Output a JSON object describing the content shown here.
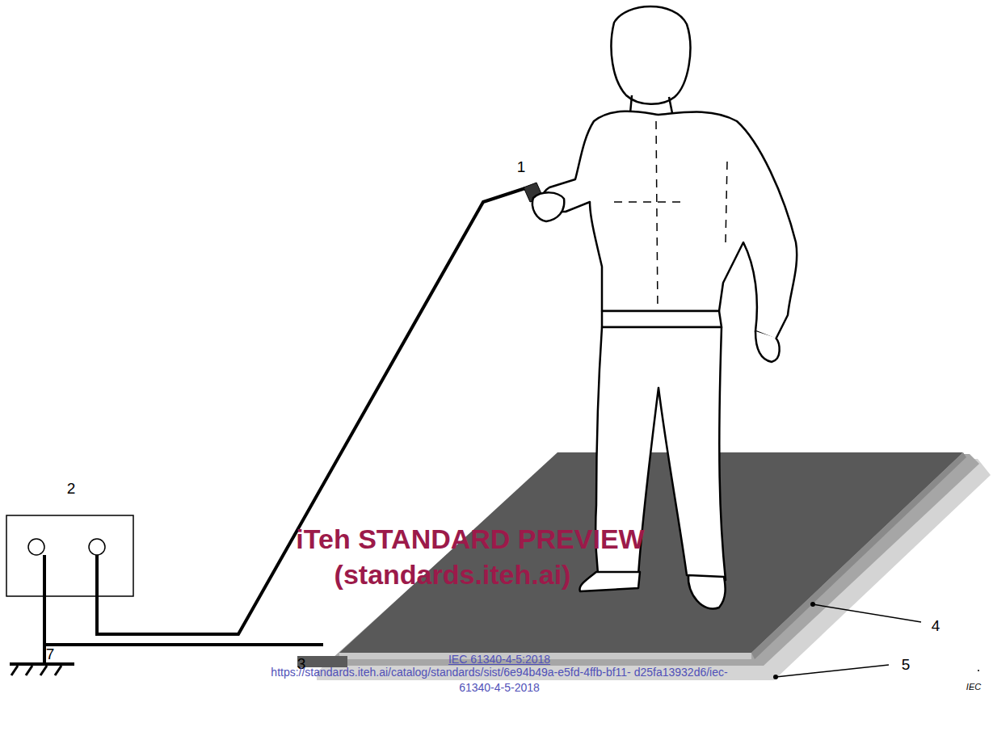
{
  "diagram": {
    "labels": [
      "1",
      "2",
      "3",
      "4",
      "5",
      "7",
      "iTeh STANDARD PREVIEW",
      "(standards.iteh.ai)",
      "IEC 61340-4-5:2018",
      "https://standards.iteh.ai/catalog/standards/sist/6e94b49a-e5fd-4ffb-bf11- d25fa13932d6/iec-61340-4-5-2018",
      "IEC"
    ]
  }
}
